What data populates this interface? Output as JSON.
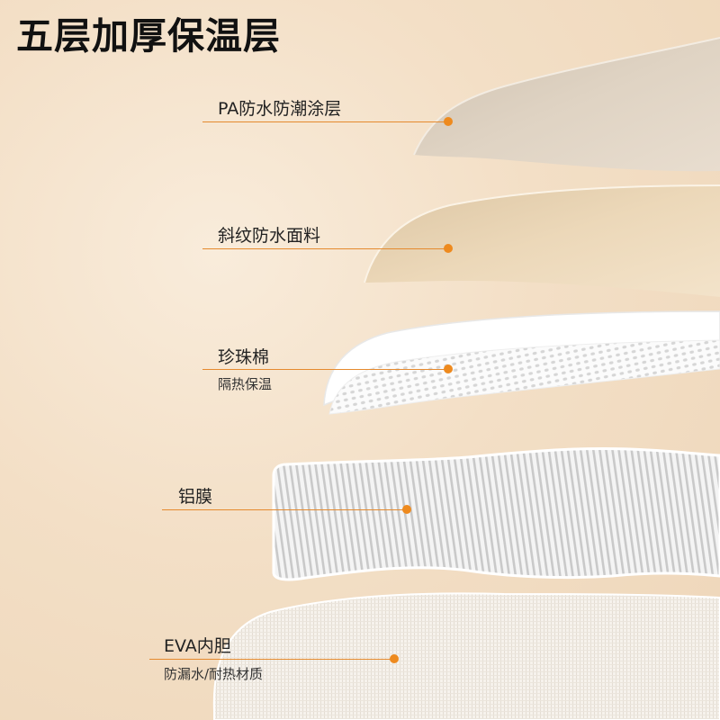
{
  "title": "五层加厚保温层",
  "colors": {
    "accent": "#ee8a1e",
    "line": "#e58a2e",
    "layer1": "#ddd0bf",
    "layer2": "#ead6b6",
    "foam": "#ffffff",
    "film": "#f2f2f2",
    "eva": "#f4efe9"
  },
  "layers": [
    {
      "label": "PA防水防潮涂层"
    },
    {
      "label": "斜纹防水面料"
    },
    {
      "label": "珍珠棉",
      "sub": "隔热保温"
    },
    {
      "label": "铝膜"
    },
    {
      "label": "EVA内胆",
      "sub": "防漏水/耐热材质"
    }
  ]
}
